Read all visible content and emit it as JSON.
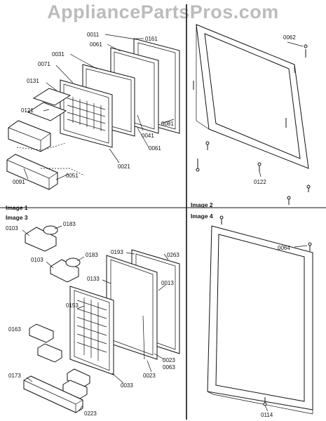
{
  "watermark": "AppliancePartsPros.com",
  "captions": {
    "image1": "Image 1",
    "image2": "Image 2",
    "image3": "Image 3",
    "image4": "Image 4"
  },
  "parts": {
    "p0011": "0011",
    "p0161": "0161",
    "p0061": "0061",
    "p0031": "0031",
    "p0071": "0071",
    "p0131": "0131",
    "p0121": "0121",
    "p0081": "0081",
    "p0041": "0041",
    "p0061b": "0061",
    "p0021": "0021",
    "p0051": "0051",
    "p0091": "0091",
    "p0062": "0062",
    "p0122": "0122",
    "p0183a": "0183",
    "p0103a": "0103",
    "p0103b": "0103",
    "p0183b": "0183",
    "p0193": "0193",
    "p0263": "0263",
    "p0133": "0133",
    "p0013": "0013",
    "p0153": "0153",
    "p0163": "0163",
    "p0023a": "0023",
    "p0063": "0063",
    "p0023b": "0023",
    "p0033": "0033",
    "p0173": "0173",
    "p0223": "0223",
    "p0064": "0064",
    "p0114": "0114"
  }
}
